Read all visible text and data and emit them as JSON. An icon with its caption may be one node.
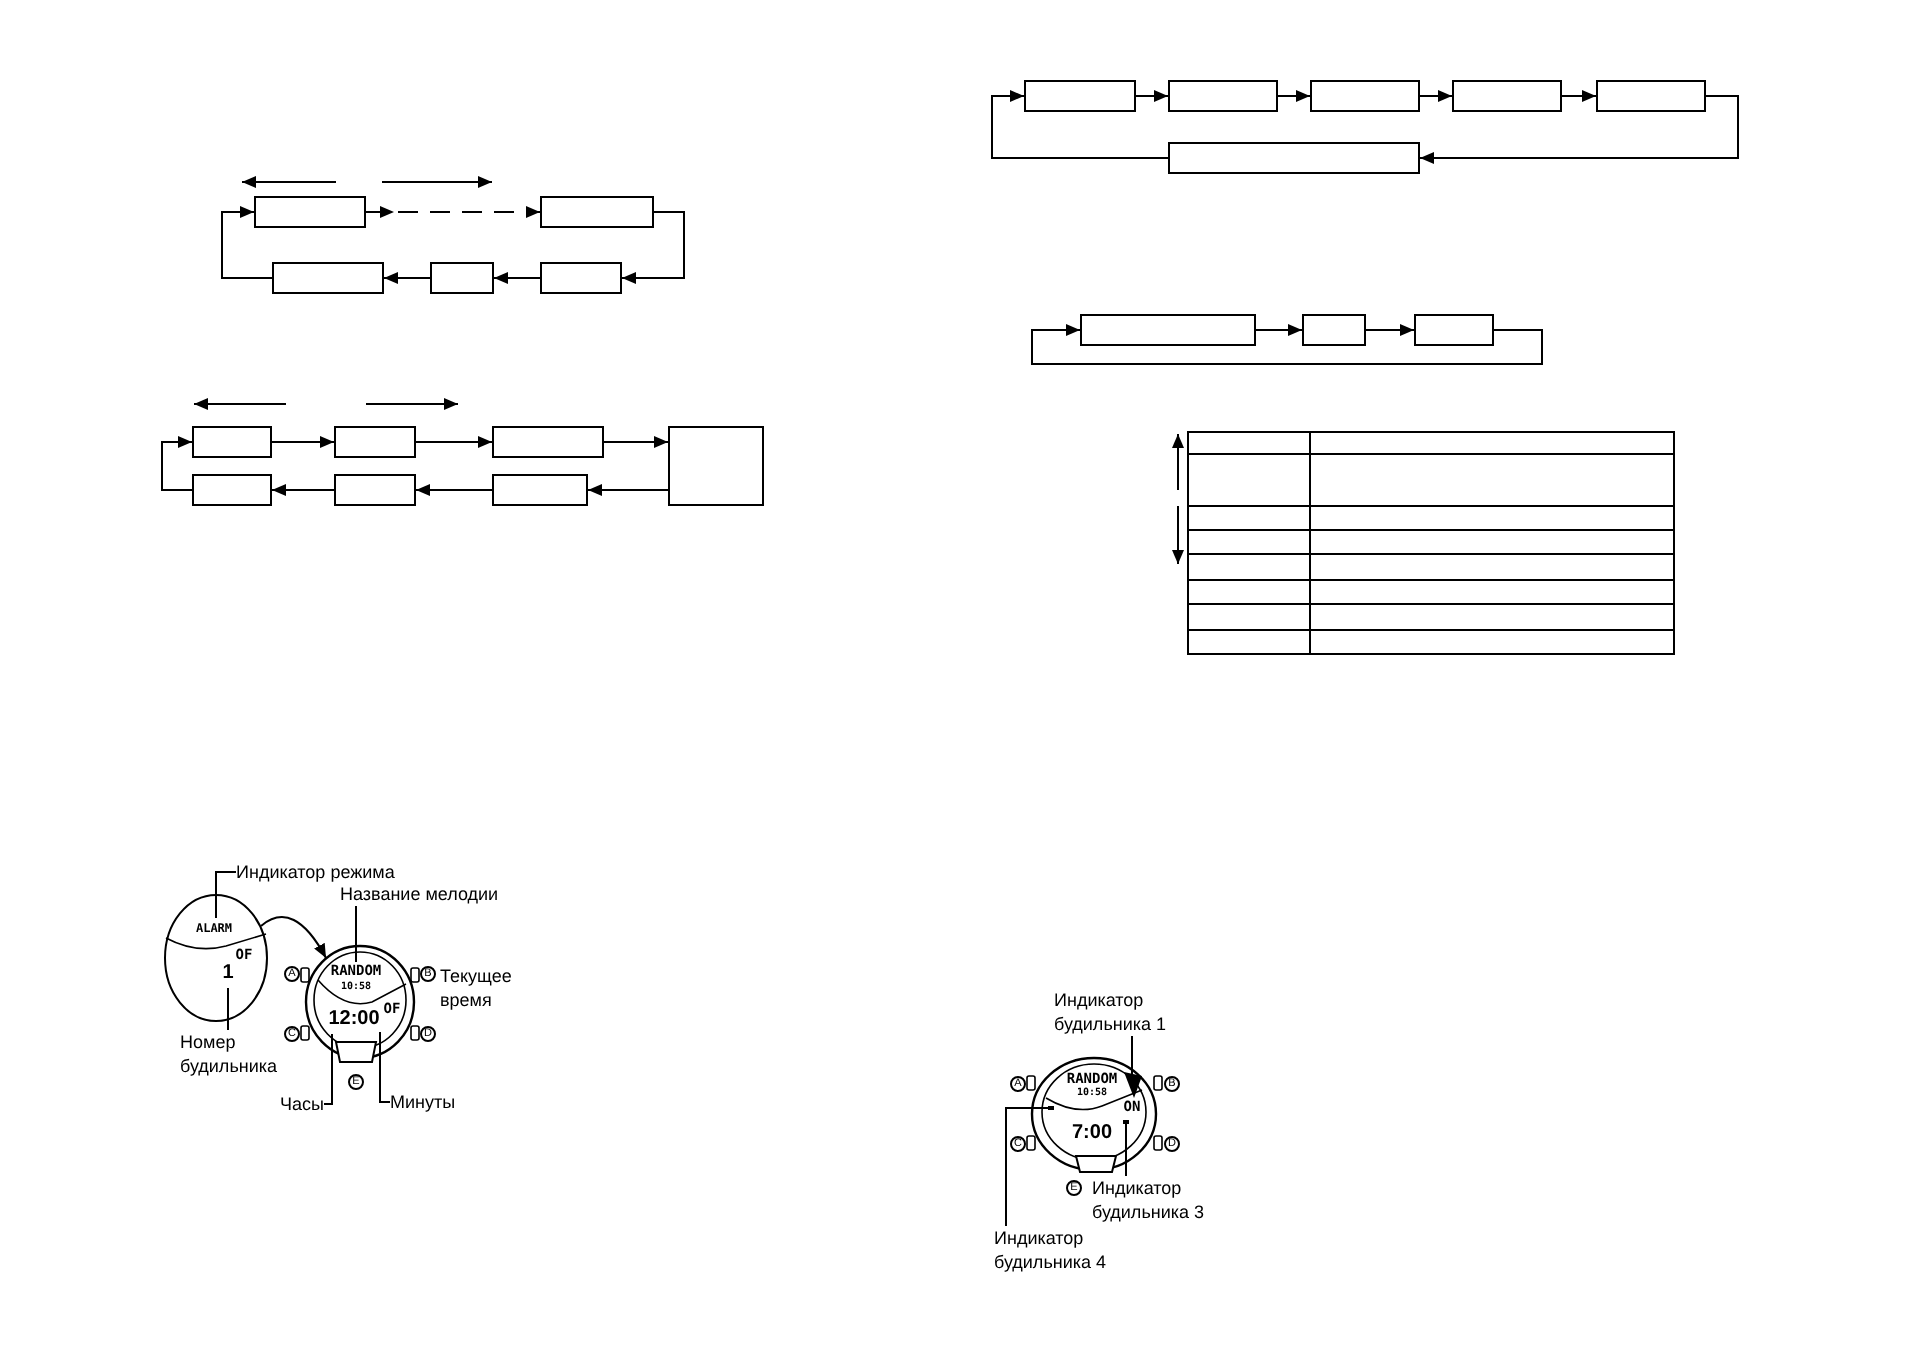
{
  "diagram": {
    "nodes": [
      {
        "text": [],
        "shape": "box"
      },
      {
        "text": [],
        "shape": "box"
      },
      {
        "text": [],
        "shape": "box"
      },
      {
        "text": [],
        "shape": "box"
      },
      {
        "text": [],
        "shape": "box"
      },
      {
        "text": [],
        "shape": "box"
      },
      {
        "text": [],
        "shape": "box"
      },
      {
        "text": [],
        "shape": "box"
      },
      {
        "text": [],
        "shape": "box"
      },
      {
        "text": [],
        "shape": "box"
      },
      {
        "text": [],
        "shape": "box"
      },
      {
        "text": [],
        "shape": "box"
      },
      {
        "text": [
          "Индикатор режима"
        ]
      },
      {
        "text": [
          "Название мелодии"
        ]
      },
      {
        "text": [
          "ALARM",
          "OF",
          "1"
        ]
      },
      {
        "text": [
          "RANDOM",
          "10:58",
          "OF",
          "12:00"
        ]
      },
      {
        "text": [
          "Номер будильника"
        ]
      },
      {
        "text": [
          "Часы"
        ]
      },
      {
        "text": [
          "Минуты"
        ]
      },
      {
        "text": [],
        "shape": "box"
      },
      {
        "text": [],
        "shape": "box"
      },
      {
        "text": [],
        "shape": "box"
      },
      {
        "text": [],
        "shape": "box"
      },
      {
        "text": [],
        "shape": "box"
      },
      {
        "text": [],
        "shape": "box"
      },
      {
        "text": [],
        "shape": "box"
      },
      {
        "text": [],
        "shape": "box"
      },
      {
        "text": [],
        "shape": "box"
      },
      {
        "text": [
          "Индикатор будильника 1"
        ]
      },
      {
        "text": [
          "RANDOM",
          "10:58",
          "ON",
          "7:00"
        ]
      },
      {
        "text": [
          "Индикатор будильника 3"
        ]
      },
      {
        "text": [
          "Индикатор будильника 4"
        ]
      }
    ],
    "edges": [
      {
        "from": 0,
        "to": 1,
        "arrow": "to",
        "style": "dashed"
      },
      {
        "from": 1,
        "to": 4,
        "arrow": "to"
      },
      {
        "from": 4,
        "to": 3,
        "arrow": "to"
      },
      {
        "from": 3,
        "to": 2,
        "arrow": "to"
      },
      {
        "from": 2,
        "to": 0,
        "arrow": "to"
      },
      {
        "from": 5,
        "to": 6,
        "arrow": "to"
      },
      {
        "from": 6,
        "to": 7,
        "arrow": "to"
      },
      {
        "from": 7,
        "to": 8,
        "arrow": "to"
      },
      {
        "from": 8,
        "to": 11,
        "arrow": "to"
      },
      {
        "from": 11,
        "to": 10,
        "arrow": "to"
      },
      {
        "from": 10,
        "to": 9,
        "arrow": "to"
      },
      {
        "from": 9,
        "to": 5,
        "arrow": "to"
      },
      {
        "from": 14,
        "to": 15,
        "arrow": "to"
      },
      {
        "from": 12,
        "to": 14,
        "arrow": "none"
      },
      {
        "from": 13,
        "to": 15,
        "arrow": "none"
      },
      {
        "from": 16,
        "to": 14,
        "arrow": "none"
      },
      {
        "from": 17,
        "to": 15,
        "arrow": "none"
      },
      {
        "from": 18,
        "to": 15,
        "arrow": "none"
      },
      {
        "from": 19,
        "to": 20,
        "arrow": "to"
      },
      {
        "from": 20,
        "to": 21,
        "arrow": "to"
      },
      {
        "from": 21,
        "to": 22,
        "arrow": "to"
      },
      {
        "from": 22,
        "to": 23,
        "arrow": "to"
      },
      {
        "from": 23,
        "to": 24,
        "arrow": "to"
      },
      {
        "from": 24,
        "to": 19,
        "arrow": "to"
      },
      {
        "from": 25,
        "to": 26,
        "arrow": "to"
      },
      {
        "from": 26,
        "to": 27,
        "arrow": "to"
      },
      {
        "from": 27,
        "to": 25,
        "arrow": "to"
      },
      {
        "from": 28,
        "to": 29,
        "arrow": "none"
      },
      {
        "from": 30,
        "to": 29,
        "arrow": "none"
      },
      {
        "from": 31,
        "to": 29,
        "arrow": "none"
      }
    ],
    "labels": [
      "A",
      "B",
      "Текущее время",
      "C",
      "D",
      "E",
      "A",
      "B",
      "C",
      "D",
      "E"
    ]
  }
}
